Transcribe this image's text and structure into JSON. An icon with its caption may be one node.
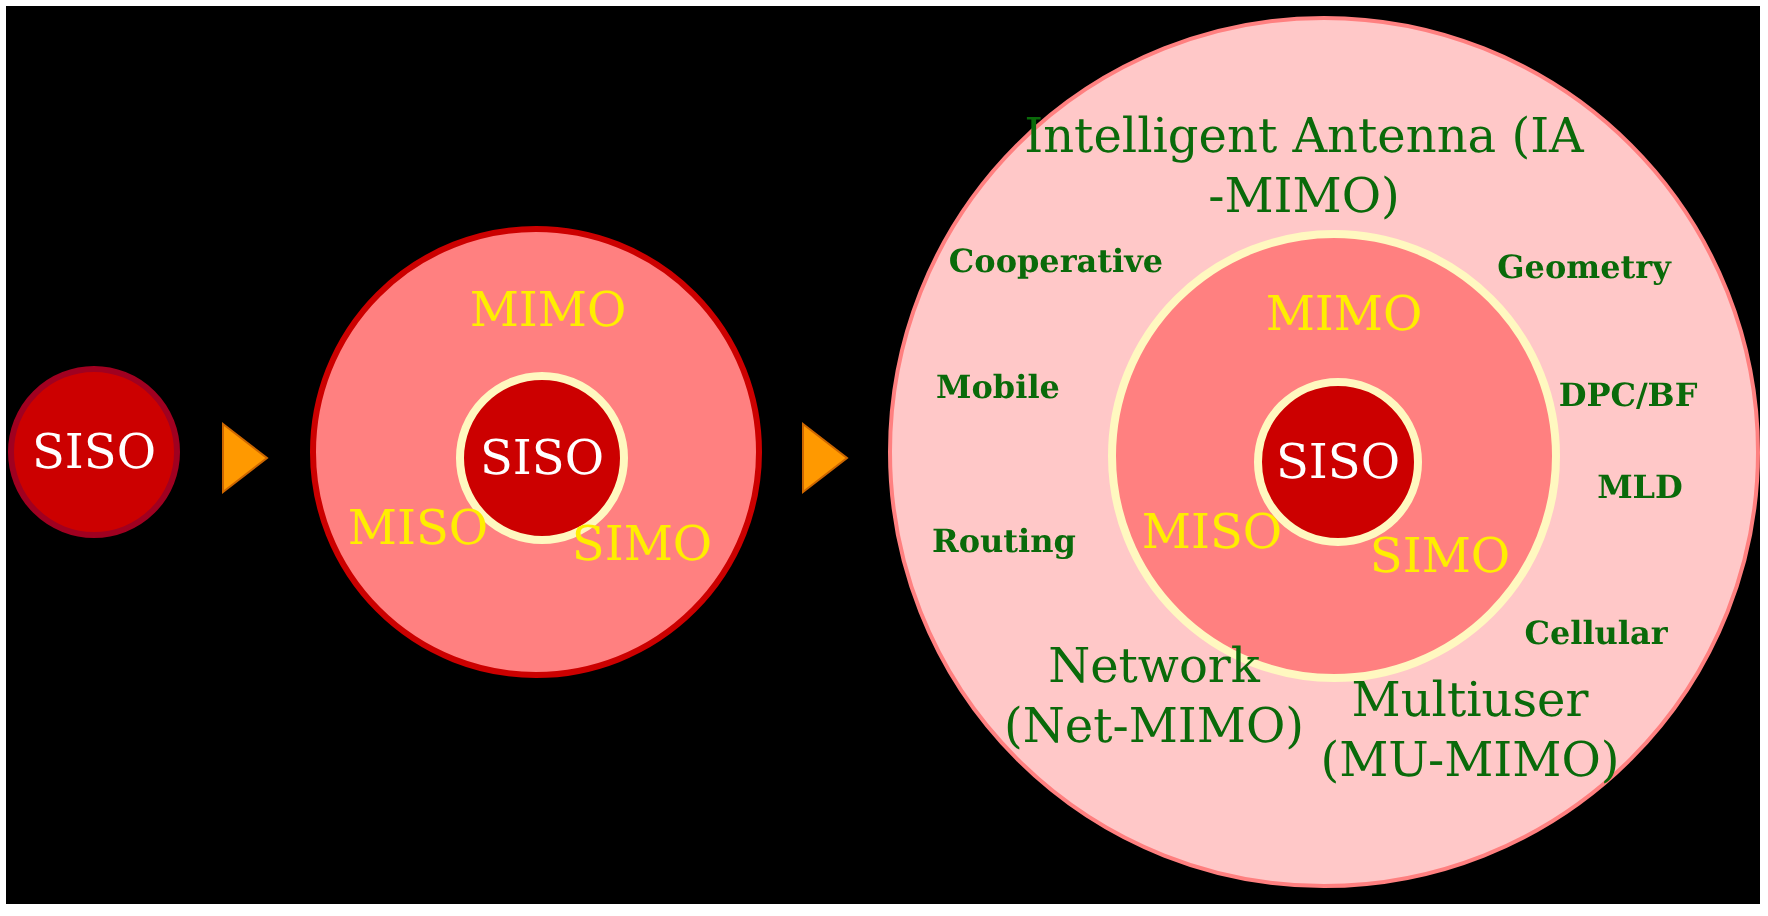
{
  "diagram": {
    "nodes": [
      {
        "text": [
          "SISO"
        ]
      },
      {
        "text": [
          "MIMO",
          "MISO",
          "SIMO"
        ]
      },
      {
        "text": [
          "SISO"
        ],
        "in": 1
      },
      {
        "text": [
          "Intelligent Antenna (IA -MIMO)",
          "Cooperative",
          "Geometry",
          "Mobile",
          "DPC/BF",
          "MLD",
          "Routing",
          "Cellular",
          "Network (Net-MIMO)",
          "Multiuser (MU-MIMO)"
        ]
      },
      {
        "text": [
          "MIMO",
          "MISO",
          "SIMO"
        ],
        "in": 3
      },
      {
        "text": [
          "SISO"
        ],
        "in": 4
      }
    ],
    "edges": [
      {
        "from": 0,
        "to": 1,
        "arrow": "to"
      },
      {
        "from": 1,
        "to": 3,
        "arrow": "to"
      }
    ]
  }
}
